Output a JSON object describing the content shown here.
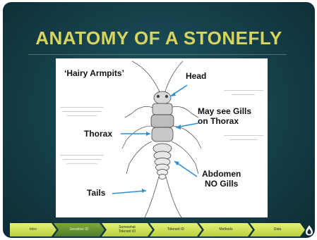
{
  "slide": {
    "title": "ANATOMY OF A STONEFLY"
  },
  "diagram": {
    "labels": {
      "hairy": "‘Hairy Armpits’",
      "head": "Head",
      "gills_thorax": "May see Gills\non Thorax",
      "thorax": "Thorax",
      "abdomen": "Abdomen\nNO Gills",
      "tails": "Tails"
    }
  },
  "nav": {
    "items": [
      {
        "label": "Intro",
        "active": false
      },
      {
        "label": "Sensitive ID",
        "active": true
      },
      {
        "label": "Somewhat\nTolerant ID",
        "active": false
      },
      {
        "label": "Tolerant ID",
        "active": false
      },
      {
        "label": "Methods",
        "active": false
      },
      {
        "label": "Data",
        "active": false
      }
    ],
    "active_color": "#5f8d30",
    "item_color": "#cfe05a"
  },
  "icons": {
    "home": "flame-drop-icon"
  }
}
